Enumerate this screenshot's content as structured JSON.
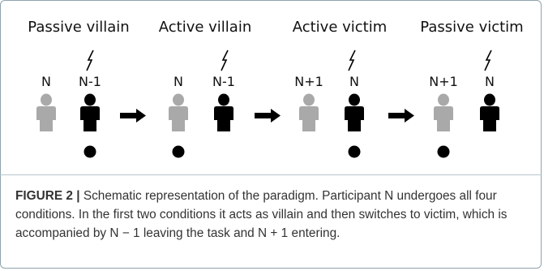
{
  "conditions": [
    {
      "title": "Passive villain",
      "left_label": "N",
      "right_label": "N-1"
    },
    {
      "title": "Active villain",
      "left_label": "N",
      "right_label": "N-1"
    },
    {
      "title": "Active victim",
      "left_label": "N+1",
      "right_label": "N"
    },
    {
      "title": "Passive victim",
      "left_label": "N+1",
      "right_label": "N"
    }
  ],
  "colors": {
    "observer_figure": "#a9a9a9",
    "active_figure": "#000000",
    "arrow": "#000000",
    "lightning": "#000000"
  },
  "caption": {
    "label": "FIGURE 2 |",
    "text": " Schematic representation of the paradigm. Participant N undergoes all four conditions. In the first two conditions it acts as villain and then switches to victim, which is accompanied by N − 1 leaving the task and N + 1 entering."
  }
}
